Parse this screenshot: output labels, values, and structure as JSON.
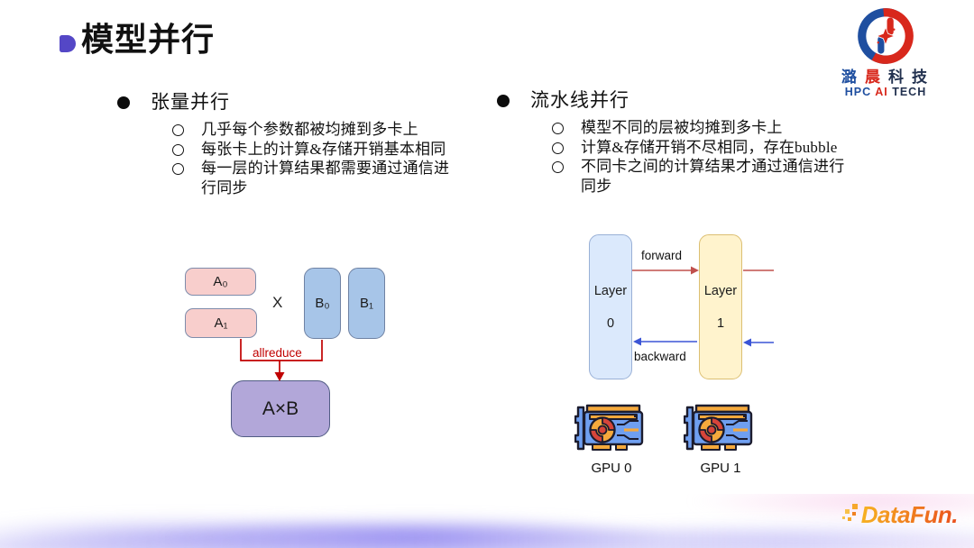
{
  "slide": {
    "title": "模型并行",
    "accent_color": "#5447c6"
  },
  "logo": {
    "cn0": "潞",
    "cn1": "晨",
    "cn2": "科",
    "cn3": "技",
    "en0": "HPC",
    "en1": "AI",
    "en2": "TECH",
    "blue": "#1f4fa0",
    "red": "#d8281c"
  },
  "sections": [
    {
      "heading": "张量并行",
      "bullets": [
        "几乎每个参数都被均摊到多卡上",
        "每张卡上的计算&存储开销基本相同",
        "每一层的计算结果都需要通过通信进\n行同步"
      ]
    },
    {
      "heading": "流水线并行",
      "bullets": [
        "模型不同的层被均摊到多卡上",
        "计算&存储开销不尽相同，存在bubble",
        "不同卡之间的计算结果才通过通信进行\n同步"
      ]
    }
  ],
  "tensor_diagram": {
    "a0": "A₀",
    "a1": "A₁",
    "times": "X",
    "b0": "B₀",
    "b1": "B₁",
    "allreduce_label": "allreduce",
    "result": "A×B",
    "colors": {
      "a_fill": "#f8cecc",
      "b_fill": "#a7c5e8",
      "result_fill": "#b2a7d9",
      "line": "#c00000"
    }
  },
  "pipeline_diagram": {
    "layer0_line1": "Layer",
    "layer0_line2": "0",
    "layer1_line1": "Layer",
    "layer1_line2": "1",
    "forward_label": "forward",
    "backward_label": "backward",
    "gpu0_label": "GPU 0",
    "gpu1_label": "GPU 1",
    "colors": {
      "layer0_fill": "#dbe9fc",
      "layer1_fill": "#fff3cd",
      "forward": "#c0504d",
      "backward": "#3b55d6"
    }
  },
  "footer": {
    "brand": "DataFun."
  }
}
